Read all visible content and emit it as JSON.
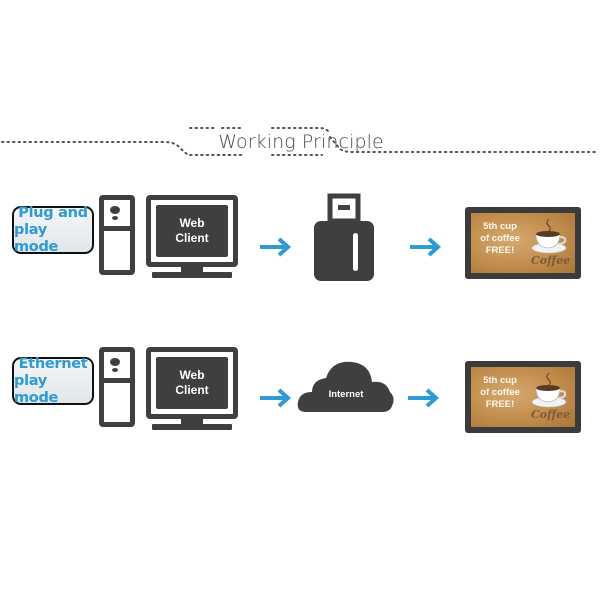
{
  "title": "Working Principle",
  "colors": {
    "accent_blue": "#2e9ad6",
    "icon_dark": "#3f3f3f",
    "display_gold": "#c08a4a"
  },
  "rows": [
    {
      "mode_label": [
        "Plug and",
        "play mode"
      ],
      "client_label": [
        "Web",
        "Client"
      ],
      "middle": {
        "icon": "usb-drive-icon",
        "label": ""
      },
      "display": {
        "promo": [
          "5th cup",
          "of coffee",
          "FREE!"
        ],
        "brand": "Coffee"
      }
    },
    {
      "mode_label": [
        "Ethernet",
        "play mode"
      ],
      "client_label": [
        "Web",
        "Client"
      ],
      "middle": {
        "icon": "cloud-icon",
        "label": "Internet"
      },
      "display": {
        "promo": [
          "5th cup",
          "of coffee",
          "FREE!"
        ],
        "brand": "Coffee"
      }
    }
  ],
  "icons": {
    "arrow": "arrow-right-icon",
    "computer": "desktop-computer-icon",
    "display": "digital-signage-display-icon",
    "cup": "coffee-cup-icon"
  }
}
